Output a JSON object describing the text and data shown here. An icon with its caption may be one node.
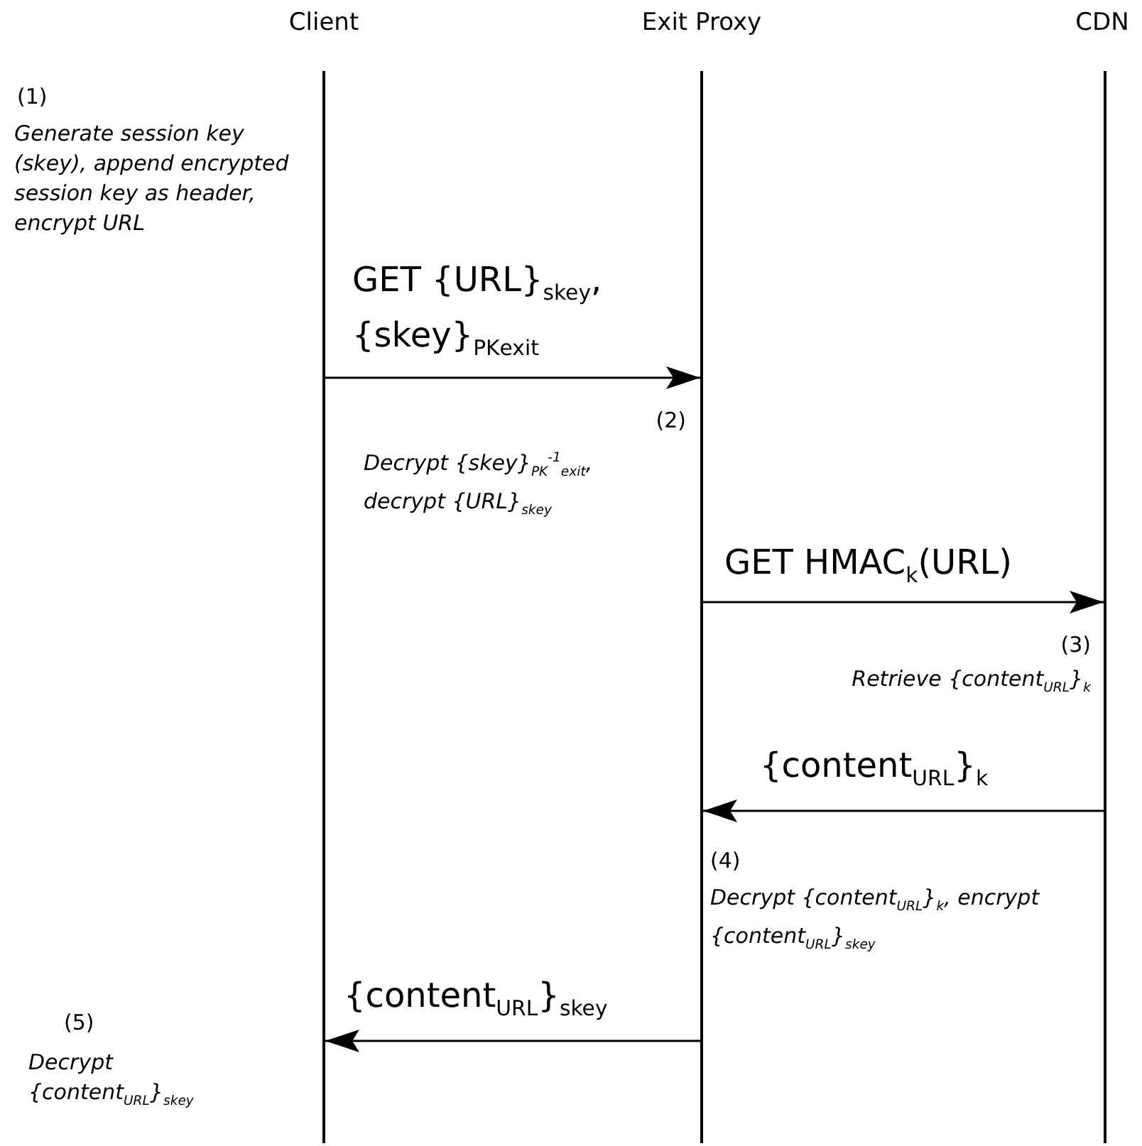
{
  "diagram": {
    "nodes": [
      {
        "text": [],
        "shape": "line",
        "beside": [
          "Client"
        ]
      },
      {
        "text": [],
        "shape": "line",
        "beside": [
          "Exit Proxy"
        ]
      },
      {
        "text": [],
        "shape": "line",
        "beside": [
          "CDN"
        ]
      }
    ],
    "edges": [
      {
        "from": 0,
        "to": 1,
        "arrow": "to",
        "label": "GET {URL}$_{skey}$, {skey}$_{PK}$$_{exit}$"
      },
      {
        "from": 1,
        "to": 2,
        "arrow": "to",
        "label": "GET HMAC$_{k}$(URL)"
      },
      {
        "from": 2,
        "to": 1,
        "arrow": "to",
        "label": "{content$_{URL}$}$_{k}$"
      },
      {
        "from": 1,
        "to": 0,
        "arrow": "to",
        "label": "{content$_{URL}$}$_{skey}$"
      }
    ],
    "labels": [
      "(1)",
      "Generate session key (skey), append encrypted session key as header, encrypt URL",
      "(2)",
      "Decrypt {skey}$_{PK}$$^{-1}$$_{exit}$, decrypt {URL}$_{skey}$",
      "(3)",
      "Retrieve {content$_{URL}$}$_{k}$",
      "(4)",
      "Decrypt {content$_{URL}$}$_{k}$, encrypt {content$_{URL}$}$_{skey}$",
      "(5)",
      "Decrypt {content$_{URL}$}$_{skey}$"
    ]
  }
}
